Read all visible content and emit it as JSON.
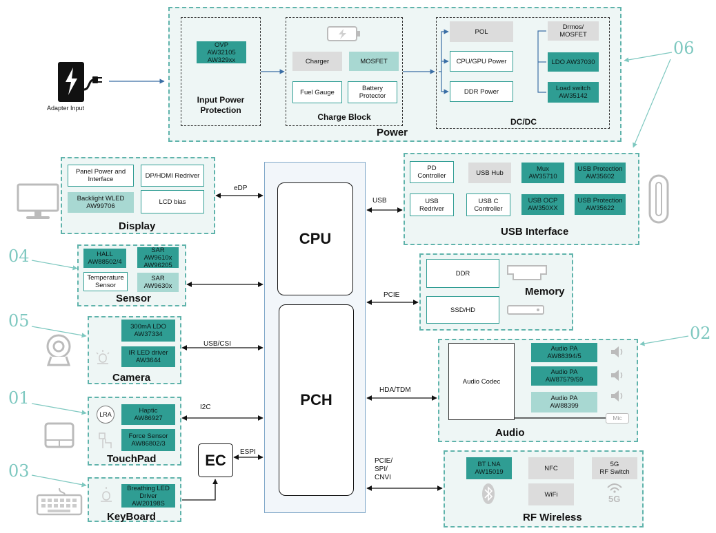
{
  "adapter": {
    "label": "Adapter Input"
  },
  "power": {
    "title": "Power",
    "input_protection": {
      "title": "Input Power\nProtection",
      "ovp": "OVP\nAW32105\nAW329xx"
    },
    "charge_block": {
      "title": "Charge Block",
      "charger": "Charger",
      "mosfet": "MOSFET",
      "fuel_gauge": "Fuel Gauge",
      "battery_protector": "Battery\nProtector"
    },
    "dcdc": {
      "title": "DC/DC",
      "pol": "POL",
      "cpu_gpu_power": "CPU/GPU Power",
      "ddr_power": "DDR Power",
      "drmos": "Drmos/\nMOSFET",
      "ldo": "LDO AW37030",
      "load_switch": "Load switch\nAW35142"
    }
  },
  "display": {
    "title": "Display",
    "panel_power": "Panel Power and\nInterface",
    "dp_hdmi": "DP/HDMI Redriver",
    "backlight": "Backlight WLED\nAW99706",
    "lcd_bias": "LCD bias"
  },
  "usb_interface": {
    "title": "USB Interface",
    "pd_controller": "PD\nController",
    "usb_hub": "USB Hub",
    "mux": "Mux\nAW35710",
    "usb_protection_1": "USB Protection\nAW35602",
    "usb_redriver": "USB\nRedriver",
    "usb_c_controller": "USB C\nController",
    "usb_ocp": "USB OCP\nAW350XX",
    "usb_protection_2": "USB Protection\nAW35622"
  },
  "sensor": {
    "title": "Sensor",
    "hall": "HALL\nAW88502/4",
    "sar1": "SAR\nAW9610x\nAW96205",
    "temperature": "Temperature\nSensor",
    "sar2": "SAR\nAW9630x"
  },
  "memory": {
    "title": "Memory",
    "ddr": "DDR",
    "ssd": "SSD/HD"
  },
  "camera": {
    "title": "Camera",
    "ldo": "300mA LDO\nAW37334",
    "ir_led": "IR LED driver\nAW3644"
  },
  "audio": {
    "title": "Audio",
    "codec": "Audio Codec",
    "pa1": "Audio PA\nAW88394/5",
    "pa2": "Audio PA\nAW87579/59",
    "pa3": "Audio PA\nAW88399",
    "mic": "Mic"
  },
  "touchpad": {
    "title": "TouchPad",
    "lra": "LRA",
    "haptic": "Haptic\nAW86927",
    "force_sensor": "Force Sensor\nAW86802/3"
  },
  "keyboard": {
    "title": "KeyBoard",
    "breathing_led": "Breathing LED\nDriver\nAW20198S"
  },
  "rf_wireless": {
    "title": "RF Wireless",
    "bt_lna": "BT LNA\nAW15019",
    "nfc": "NFC",
    "rf_switch": "5G\nRF Switch",
    "wifi": "WiFi",
    "fiveg": "5G"
  },
  "core": {
    "cpu": "CPU",
    "pch": "PCH",
    "ec": "EC"
  },
  "links": {
    "edp": "eDP",
    "usb": "USB",
    "pcie": "PCIE",
    "usb_csi": "USB/CSI",
    "hda_tdm": "HDA/TDM",
    "i2c": "I2C",
    "espi": "ESPI",
    "pcie_spi_cnvi": "PCIE/\nSPI/\nCNVI"
  },
  "callouts": {
    "n06": "06",
    "n04": "04",
    "n05": "05",
    "n02": "02",
    "n01": "01",
    "n03": "03"
  },
  "colors": {
    "teal": "#2f9d93",
    "light_teal": "#a8d8d2",
    "panel": "#eef6f5",
    "callout": "#7ec8c0",
    "arrow": "#3a6ea5"
  }
}
